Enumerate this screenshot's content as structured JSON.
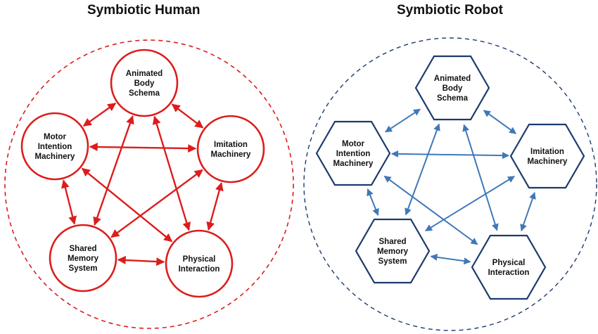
{
  "panels": [
    {
      "title": "Symbiotic Human",
      "shape": "circle",
      "color": "#dd1c1c",
      "nodes": [
        {
          "id": "abs",
          "lines": [
            "Animated",
            "Body",
            "Schema"
          ]
        },
        {
          "id": "im",
          "lines": [
            "Imitation",
            "Machinery"
          ]
        },
        {
          "id": "pi",
          "lines": [
            "Physical",
            "Interaction"
          ]
        },
        {
          "id": "sms",
          "lines": [
            "Shared",
            "Memory",
            "System"
          ]
        },
        {
          "id": "mim",
          "lines": [
            "Motor",
            "Intention",
            "Machinery"
          ]
        }
      ]
    },
    {
      "title": "Symbiotic Robot",
      "shape": "hexagon",
      "color": "#1c3a6e",
      "arrow_color": "#3f78b8",
      "nodes": [
        {
          "id": "abs",
          "lines": [
            "Animated",
            "Body",
            "Schema"
          ]
        },
        {
          "id": "im",
          "lines": [
            "Imitation",
            "Machinery"
          ]
        },
        {
          "id": "pi",
          "lines": [
            "Physical",
            "Interaction"
          ]
        },
        {
          "id": "sms",
          "lines": [
            "Shared",
            "Memory",
            "System"
          ]
        },
        {
          "id": "mim",
          "lines": [
            "Motor",
            "Intention",
            "Machinery"
          ]
        }
      ]
    }
  ],
  "links": [
    [
      "abs",
      "im"
    ],
    [
      "abs",
      "pi"
    ],
    [
      "abs",
      "sms"
    ],
    [
      "abs",
      "mim"
    ],
    [
      "im",
      "pi"
    ],
    [
      "im",
      "sms"
    ],
    [
      "im",
      "mim"
    ],
    [
      "pi",
      "sms"
    ],
    [
      "pi",
      "mim"
    ],
    [
      "sms",
      "mim"
    ]
  ]
}
